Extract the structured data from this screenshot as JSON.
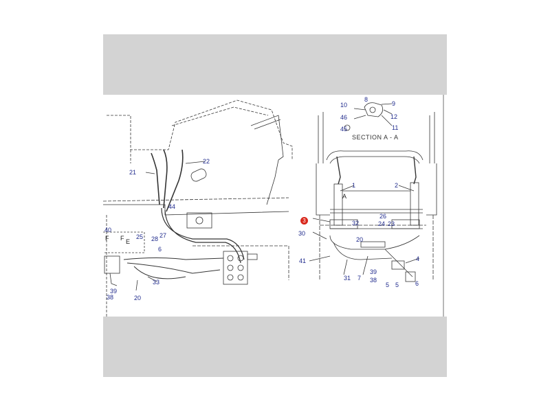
{
  "colors": {
    "band": "#d3d3d3",
    "label": "#1f2a8c",
    "line": "#333333",
    "marker": "#d9281c"
  },
  "section_title": "SECTION A - A",
  "marker_label": "3",
  "callouts": {
    "left": [
      "22",
      "21",
      "44",
      "27",
      "28",
      "25",
      "40",
      "F",
      "F",
      "E",
      "6",
      "39",
      "38",
      "20",
      "33"
    ],
    "right": [
      "10",
      "8",
      "9",
      "46",
      "12",
      "45",
      "11",
      "1",
      "A",
      "2",
      "26",
      "32",
      "24",
      "23",
      "30",
      "20",
      "41",
      "39",
      "31",
      "7",
      "38",
      "4",
      "5",
      "5",
      "6"
    ]
  }
}
